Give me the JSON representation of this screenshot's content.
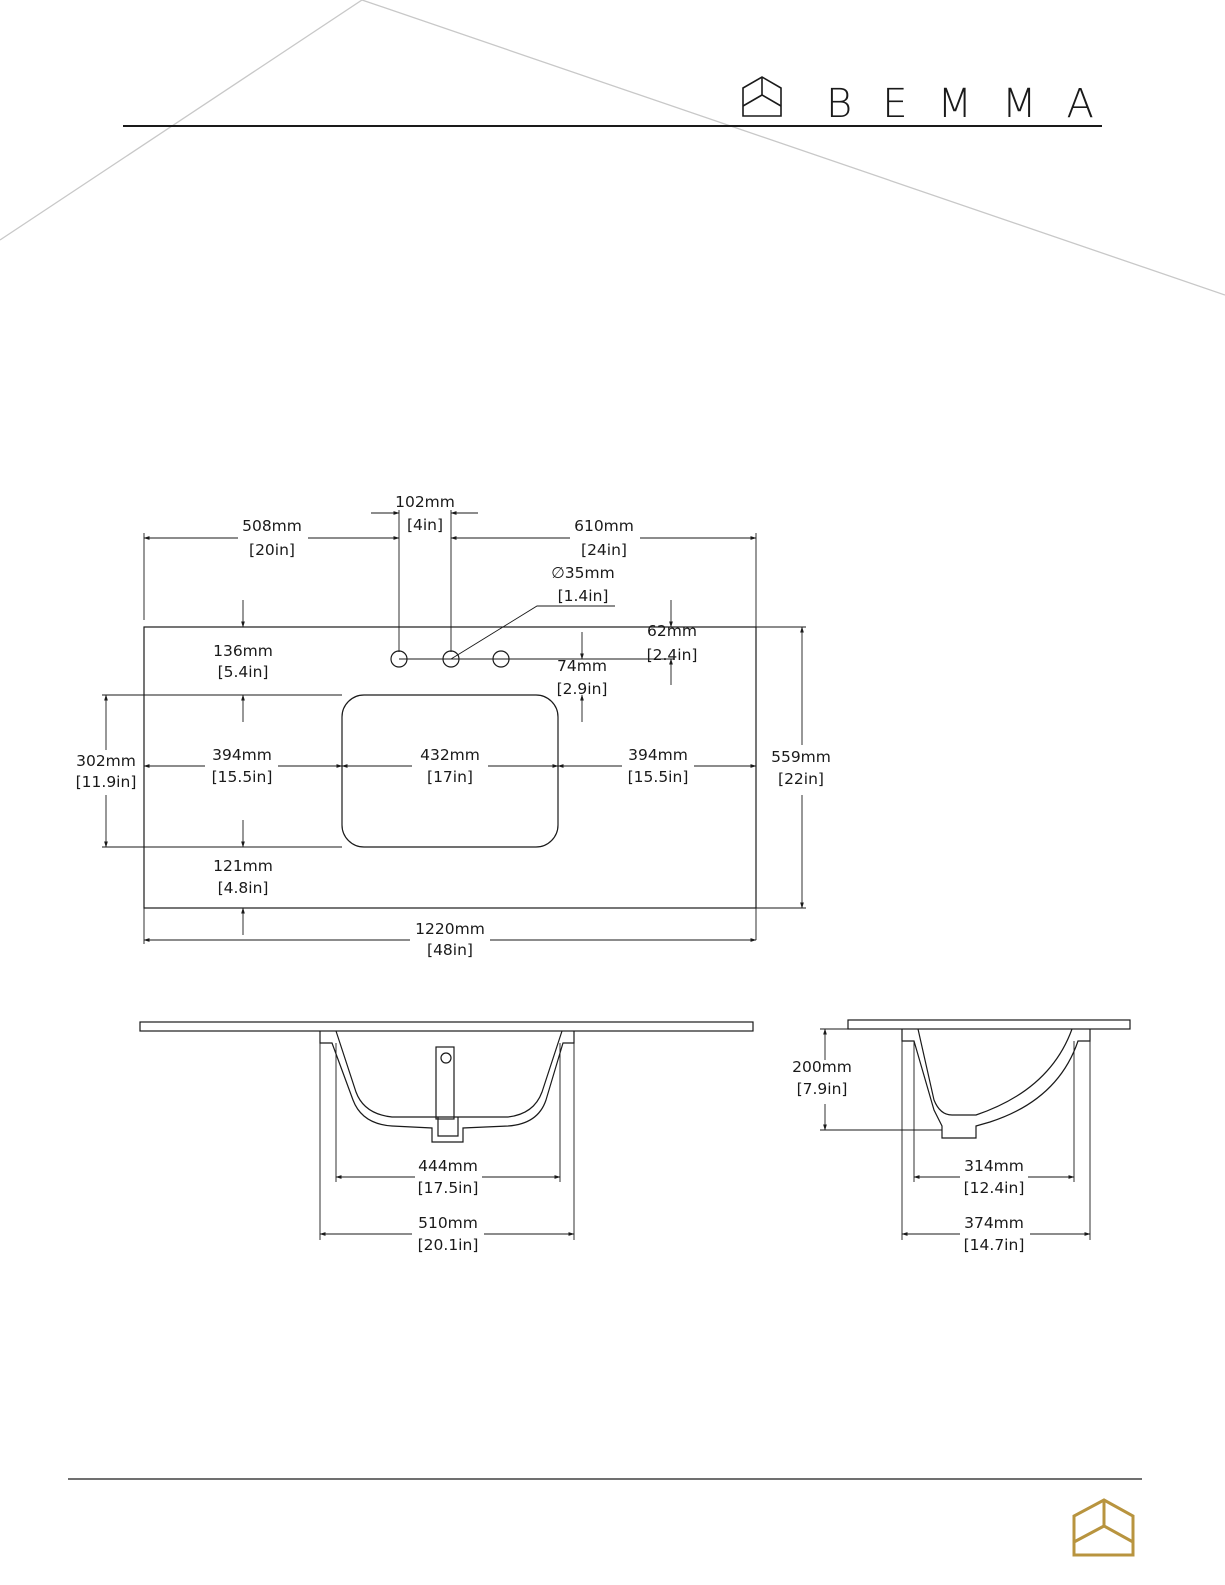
{
  "brand": {
    "name": "BEMMA"
  },
  "colors": {
    "ink": "#1a1a1a",
    "gold": "#b8943f",
    "deco": "#c8c8c8"
  },
  "icons": {
    "header_logo": "house-logo-icon",
    "footer_logo": "gold-house-logo-icon"
  },
  "dimensions": {
    "faucet_spacing": {
      "mm": "102mm",
      "in": "[4in]"
    },
    "left_to_faucet": {
      "mm": "508mm",
      "in": "[20in]"
    },
    "faucet_to_right": {
      "mm": "610mm",
      "in": "[24in]"
    },
    "hole_diameter": {
      "mm": "∅35mm",
      "in": "[1.4in]"
    },
    "hole_setback": {
      "mm": "62mm",
      "in": "[2.4in]"
    },
    "faucet_to_bowl": {
      "mm": "74mm",
      "in": "[2.9in]"
    },
    "back_to_bowl": {
      "mm": "136mm",
      "in": "[5.4in]"
    },
    "bowl_depth_top": {
      "mm": "302mm",
      "in": "[11.9in]"
    },
    "left_to_bowl": {
      "mm": "394mm",
      "in": "[15.5in]"
    },
    "bowl_width_top": {
      "mm": "432mm",
      "in": "[17in]"
    },
    "bowl_to_right": {
      "mm": "394mm",
      "in": "[15.5in]"
    },
    "overall_depth": {
      "mm": "559mm",
      "in": "[22in]"
    },
    "bowl_to_front": {
      "mm": "121mm",
      "in": "[4.8in]"
    },
    "overall_width": {
      "mm": "1220mm",
      "in": "[48in]"
    },
    "front_inner_width": {
      "mm": "444mm",
      "in": "[17.5in]"
    },
    "front_outer_width": {
      "mm": "510mm",
      "in": "[20.1in]"
    },
    "side_height": {
      "mm": "200mm",
      "in": "[7.9in]"
    },
    "side_inner_width": {
      "mm": "314mm",
      "in": "[12.4in]"
    },
    "side_outer_width": {
      "mm": "374mm",
      "in": "[14.7in]"
    }
  }
}
